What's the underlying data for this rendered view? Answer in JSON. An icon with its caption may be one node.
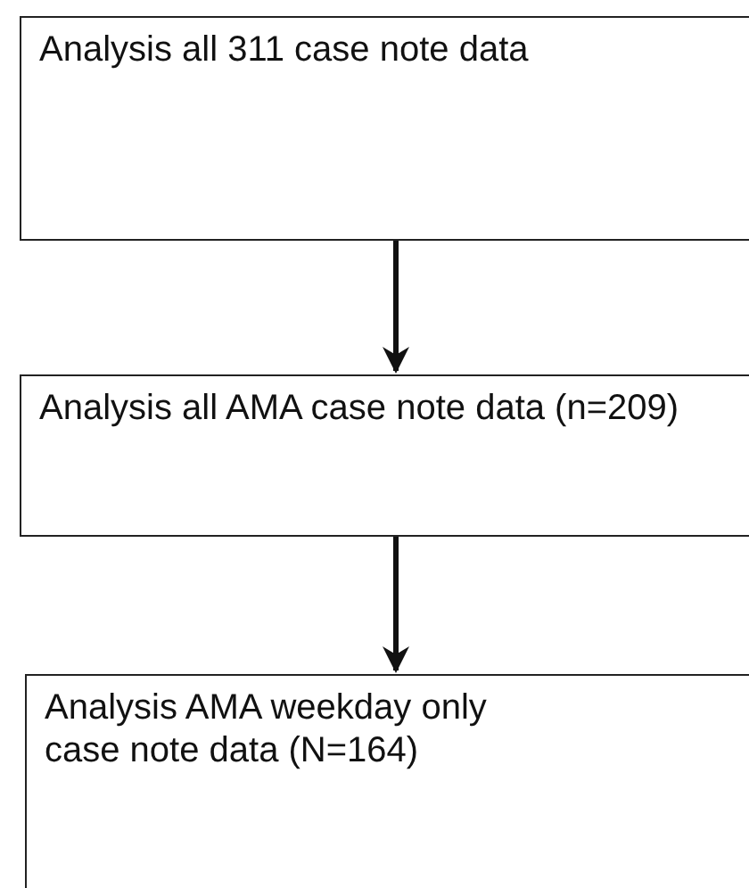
{
  "diagram": {
    "nodes": [
      {
        "text": [
          "Analysis all 311 case note data"
        ]
      },
      {
        "text": [
          "Analysis all AMA case note data (n=209)"
        ]
      },
      {
        "text": [
          "Analysis AMA weekday only case note data (N=164)"
        ]
      }
    ],
    "edges": [
      {
        "from": 0,
        "to": 1,
        "arrow": "to"
      },
      {
        "from": 1,
        "to": 2,
        "arrow": "to"
      }
    ]
  }
}
